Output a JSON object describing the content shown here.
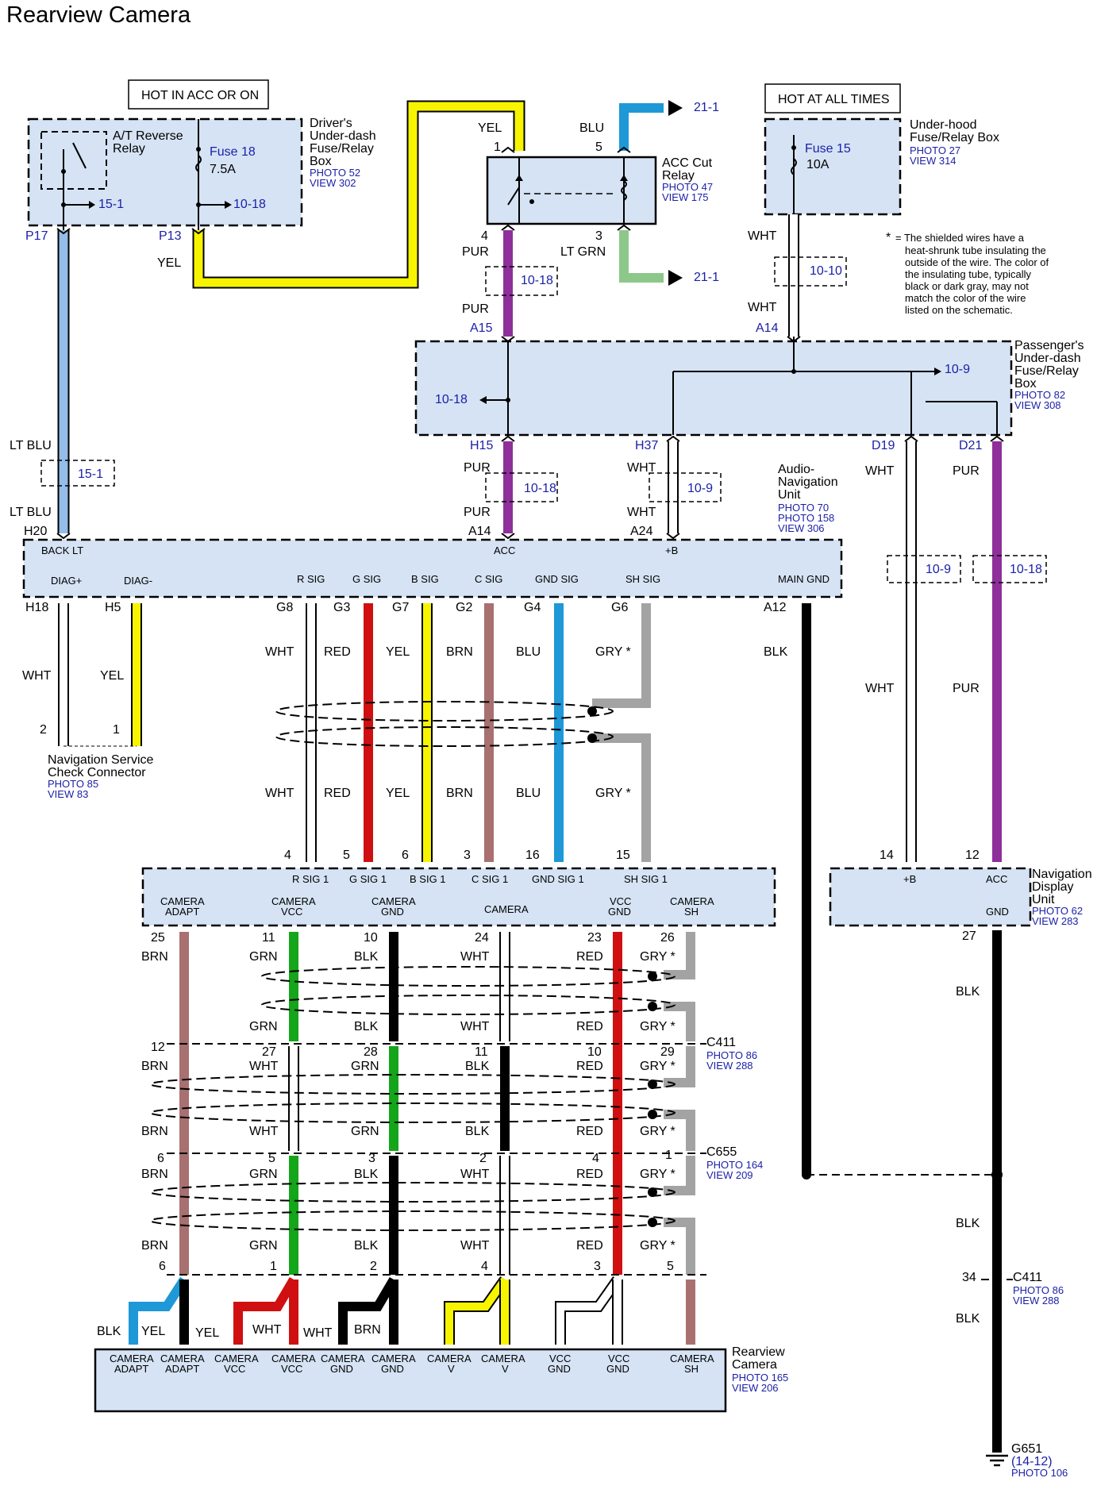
{
  "title": "Rearview Camera",
  "colors": {
    "box_fill": "#d5e3f4",
    "YEL": "#f7f400",
    "BLU": "#1e98d6",
    "PUR": "#8e2f9a",
    "LT GRN": "#8dc88a",
    "LT BLU": "#94bde8",
    "RED": "#d01010",
    "BRN": "#a87070",
    "GRN": "#15a51a",
    "GRY": "#a3a3a3",
    "BLK": "#000000",
    "WHT": "#ffffff",
    "ref_text": "#1b1fa6"
  },
  "boxes": {
    "hot_acc": "HOT IN ACC OR ON",
    "hot_all": "HOT AT ALL TIMES",
    "driver_fuse": [
      "Driver's",
      "Under-dash",
      "Fuse/Relay",
      "Box"
    ],
    "driver_fuse_ref": [
      "PHOTO 52",
      "VIEW 302"
    ],
    "at_relay": [
      "A/T Reverse",
      "Relay"
    ],
    "fuse18": "Fuse 18",
    "fuse18_amp": "7.5A",
    "acc_cut": [
      "ACC Cut",
      "Relay"
    ],
    "acc_cut_ref": [
      "PHOTO 47",
      "VIEW 175"
    ],
    "underhood": [
      "Under-hood",
      "Fuse/Relay Box"
    ],
    "underhood_ref": [
      "PHOTO 27",
      "VIEW 314"
    ],
    "fuse15": "Fuse 15",
    "fuse15_amp": "10A",
    "note": [
      "= The shielded wires have a",
      "heat-shrunk tube insulating the",
      "outside of the wire. The color of",
      "the insulating tube, typically",
      "black or dark gray, may not",
      "match the color of the wire",
      "listed on the schematic."
    ],
    "note_star": "*",
    "passenger": [
      "Passenger's",
      "Under-dash",
      "Fuse/Relay",
      "Box"
    ],
    "passenger_ref": [
      "PHOTO 82",
      "VIEW 308"
    ],
    "audio": [
      "Audio-",
      "Navigation",
      "Unit"
    ],
    "audio_ref": [
      "PHOTO 70",
      "PHOTO 158",
      "VIEW 306"
    ],
    "nav_check": [
      "Navigation Service",
      "Check Connector"
    ],
    "nav_check_ref": [
      "PHOTO 85",
      "VIEW 83"
    ],
    "nav_display": [
      "Navigation",
      "Display",
      "Unit"
    ],
    "nav_display_ref": [
      "PHOTO 62",
      "VIEW 283"
    ],
    "c411": "C411",
    "c411_ref": [
      "PHOTO 86",
      "VIEW 288"
    ],
    "c655": "C655",
    "c655_ref": [
      "PHOTO 164",
      "VIEW 209"
    ],
    "rear_cam": [
      "Rearview",
      "Camera"
    ],
    "rear_cam_ref": [
      "PHOTO 165",
      "VIEW 206"
    ],
    "g651": "G651",
    "g651_ref": [
      "(14-12)",
      "PHOTO 106"
    ]
  },
  "refs": [
    "15-1",
    "10-18",
    "21-1",
    "21-1",
    "10-18",
    "10-10",
    "10-9",
    "10-18",
    "15-1",
    "10-18",
    "10-9",
    "10-9",
    "10-18"
  ],
  "terminals": [
    "P17",
    "P13",
    "1",
    "5",
    "4",
    "3",
    "A15",
    "A14",
    "H15",
    "H37",
    "D19",
    "D21",
    "A14",
    "A24",
    "H20",
    "H18",
    "H5",
    "G8",
    "G3",
    "G7",
    "G2",
    "G4",
    "G6",
    "A12",
    "2",
    "1",
    "4",
    "5",
    "6",
    "3",
    "16",
    "15",
    "14",
    "12",
    "25",
    "11",
    "10",
    "24",
    "23",
    "26",
    "27",
    "12",
    "27",
    "28",
    "11",
    "10",
    "29",
    "34",
    "6",
    "5",
    "3",
    "2",
    "4",
    "1",
    "6",
    "1",
    "2",
    "4",
    "3",
    "5"
  ],
  "wire_labels": [
    "YEL",
    "BLU",
    "YEL",
    "PUR",
    "LT GRN",
    "WHT",
    "PUR",
    "WHT",
    "LT BLU",
    "PUR",
    "WHT",
    "WHT",
    "PUR",
    "LT BLU",
    "PUR",
    "WHT",
    "WHT",
    "PUR",
    "WHT",
    "YEL",
    "WHT",
    "RED",
    "YEL",
    "BRN",
    "BLU",
    "GRY *",
    "BLK",
    "WHT",
    "PUR",
    "WHT",
    "RED",
    "YEL",
    "BRN",
    "BLU",
    "GRY *",
    "BRN",
    "GRN",
    "BLK",
    "WHT",
    "RED",
    "GRY *",
    "BLK",
    "GRN",
    "BLK",
    "WHT",
    "RED",
    "GRY *",
    "BRN",
    "WHT",
    "GRN",
    "BLK",
    "RED",
    "GRY *",
    "BRN",
    "WHT",
    "GRN",
    "BLK",
    "RED",
    "GRY *",
    "BRN",
    "GRN",
    "BLK",
    "WHT",
    "RED",
    "GRY *",
    "BLK",
    "BRN",
    "GRN",
    "BLK",
    "WHT",
    "RED",
    "GRY *",
    "BLK",
    "BLU",
    "BLK",
    "RED",
    "RED",
    "BLK",
    "BLK",
    "YEL",
    "YEL",
    "WHT",
    "WHT",
    "BRN"
  ],
  "pins": {
    "audio_top": [
      "BACK LT",
      "ACC",
      "+B"
    ],
    "audio_bottom": [
      "DIAG+",
      "DIAG-",
      "R SIG",
      "G SIG",
      "B SIG",
      "C SIG",
      "GND SIG",
      "SH SIG",
      "MAIN GND"
    ],
    "nav_top": [
      "R SIG 1",
      "G SIG 1",
      "B SIG 1",
      "C SIG 1",
      "GND SIG 1",
      "SH SIG 1",
      "+B",
      "ACC"
    ],
    "nav_bottom": [
      "CAMERA",
      "ADAPT",
      "CAMERA",
      "VCC",
      "CAMERA",
      "GND",
      "CAMERA",
      "VCC",
      "GND",
      "CAMERA",
      "SH",
      "GND"
    ],
    "camera": [
      "CAMERA",
      "ADAPT",
      "CAMERA",
      "ADAPT",
      "CAMERA",
      "VCC",
      "CAMERA",
      "VCC",
      "CAMERA",
      "GND",
      "CAMERA",
      "GND",
      "CAMERA",
      "V",
      "CAMERA",
      "V",
      "VCC",
      "GND",
      "VCC",
      "GND",
      "CAMERA",
      "SH"
    ]
  }
}
